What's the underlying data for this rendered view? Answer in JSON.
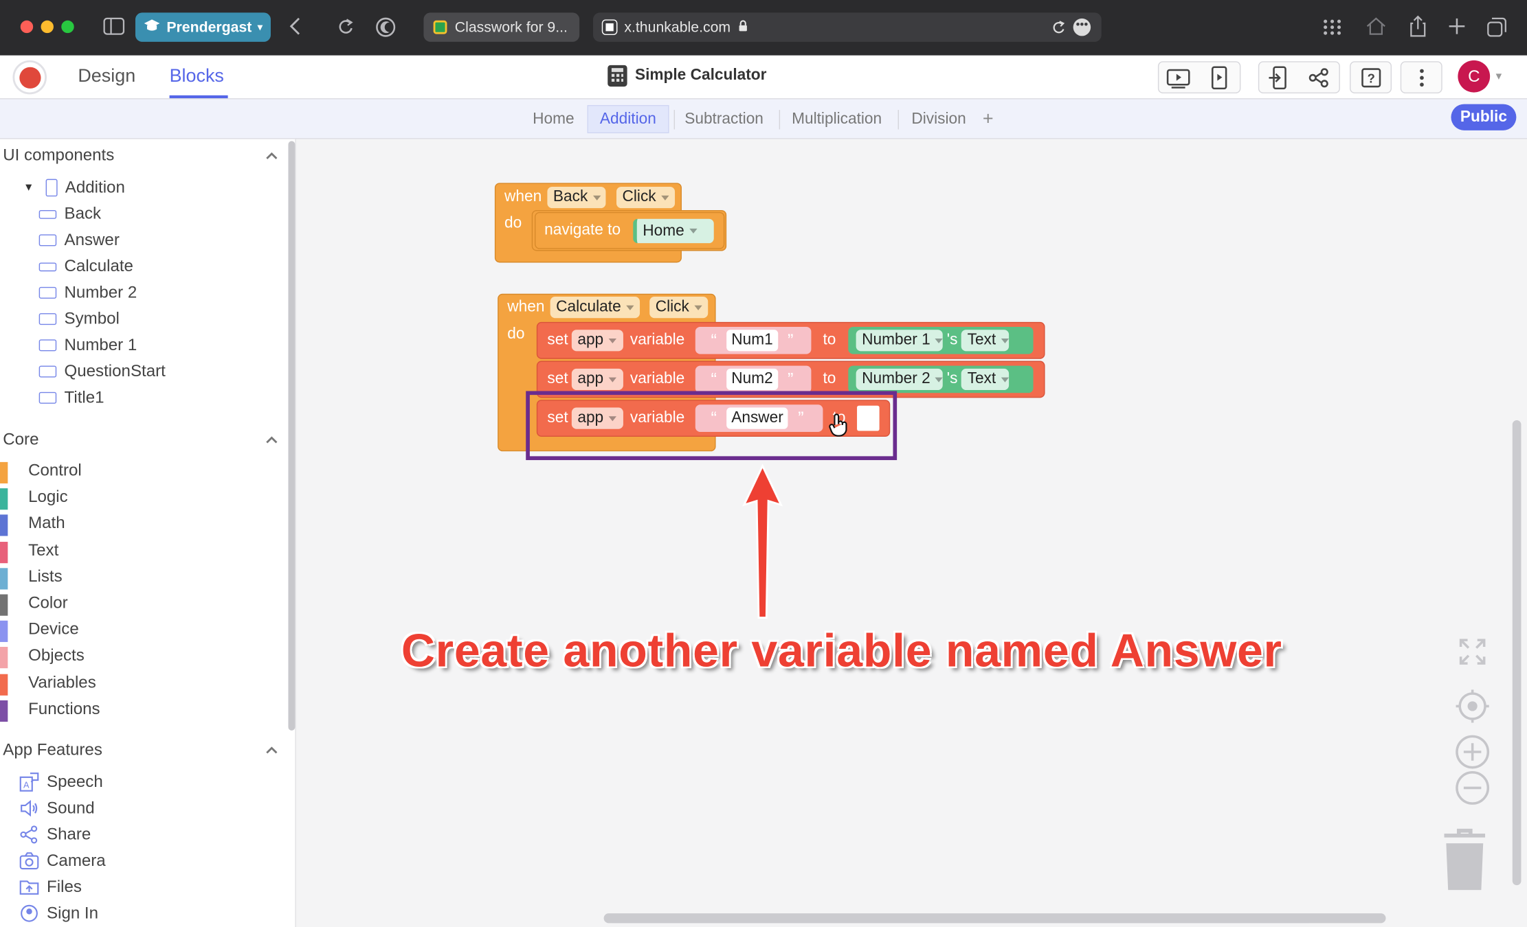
{
  "browser": {
    "profile_label": "Prendergast",
    "tabs": [
      {
        "label": "Classwork for 9..."
      },
      {
        "label": "x.thunkable.com"
      }
    ]
  },
  "app": {
    "nav": {
      "design": "Design",
      "blocks": "Blocks"
    },
    "project_title": "Simple Calculator",
    "user_initial": "C",
    "screens": [
      "Home",
      "Addition",
      "Subtraction",
      "Multiplication",
      "Division"
    ],
    "active_screen": "Addition",
    "add_screen": "+",
    "public_label": "Public"
  },
  "sidebar": {
    "ui_components": {
      "title": "UI components",
      "root": "Addition",
      "items": [
        "Back",
        "Answer",
        "Calculate",
        "Number 2",
        "Symbol",
        "Number 1",
        "QuestionStart",
        "Title1"
      ]
    },
    "core": {
      "title": "Core",
      "items": [
        {
          "label": "Control",
          "color": "#f4a340"
        },
        {
          "label": "Logic",
          "color": "#3ab49c"
        },
        {
          "label": "Math",
          "color": "#5d74d4"
        },
        {
          "label": "Text",
          "color": "#e8607a"
        },
        {
          "label": "Lists",
          "color": "#6dafd3"
        },
        {
          "label": "Color",
          "color": "#727272"
        },
        {
          "label": "Device",
          "color": "#8b93f0"
        },
        {
          "label": "Objects",
          "color": "#f3a3a8"
        },
        {
          "label": "Variables",
          "color": "#f26b4d"
        },
        {
          "label": "Functions",
          "color": "#7d4fa6"
        }
      ]
    },
    "app_features": {
      "title": "App Features",
      "items": [
        {
          "label": "Speech",
          "icon": "speech-icon"
        },
        {
          "label": "Sound",
          "icon": "sound-icon"
        },
        {
          "label": "Share",
          "icon": "share-icon"
        },
        {
          "label": "Camera",
          "icon": "camera-icon"
        },
        {
          "label": "Files",
          "icon": "files-icon"
        },
        {
          "label": "Sign In",
          "icon": "sign-in-icon"
        }
      ]
    }
  },
  "blocks": {
    "back_event": {
      "when": "when",
      "component": "Back",
      "event": "Click",
      "do": "do",
      "action": "navigate to",
      "target": "Home"
    },
    "calc_event": {
      "when": "when",
      "component": "Calculate",
      "event": "Click",
      "do": "do",
      "rows": [
        {
          "set": "set",
          "scope": "app",
          "variable": "variable",
          "name": "Num1",
          "to": "to",
          "component": "Number 1",
          "poss": "'s",
          "prop": "Text"
        },
        {
          "set": "set",
          "scope": "app",
          "variable": "variable",
          "name": "Num2",
          "to": "to",
          "component": "Number 2",
          "poss": "'s",
          "prop": "Text"
        },
        {
          "set": "set",
          "scope": "app",
          "variable": "variable",
          "name": "Answer",
          "to": "to"
        }
      ],
      "open_quote": "“",
      "close_quote": "”"
    }
  },
  "annotation": {
    "text": "Create another variable named Answer"
  },
  "colors": {
    "accent": "#5566e8",
    "control": "#f4a340",
    "variables": "#f26b4d",
    "text_block": "#f7c1c8",
    "ui_block": "#5bbf84",
    "annotation": "#ee4033",
    "highlight_box": "#6a2c8e"
  }
}
